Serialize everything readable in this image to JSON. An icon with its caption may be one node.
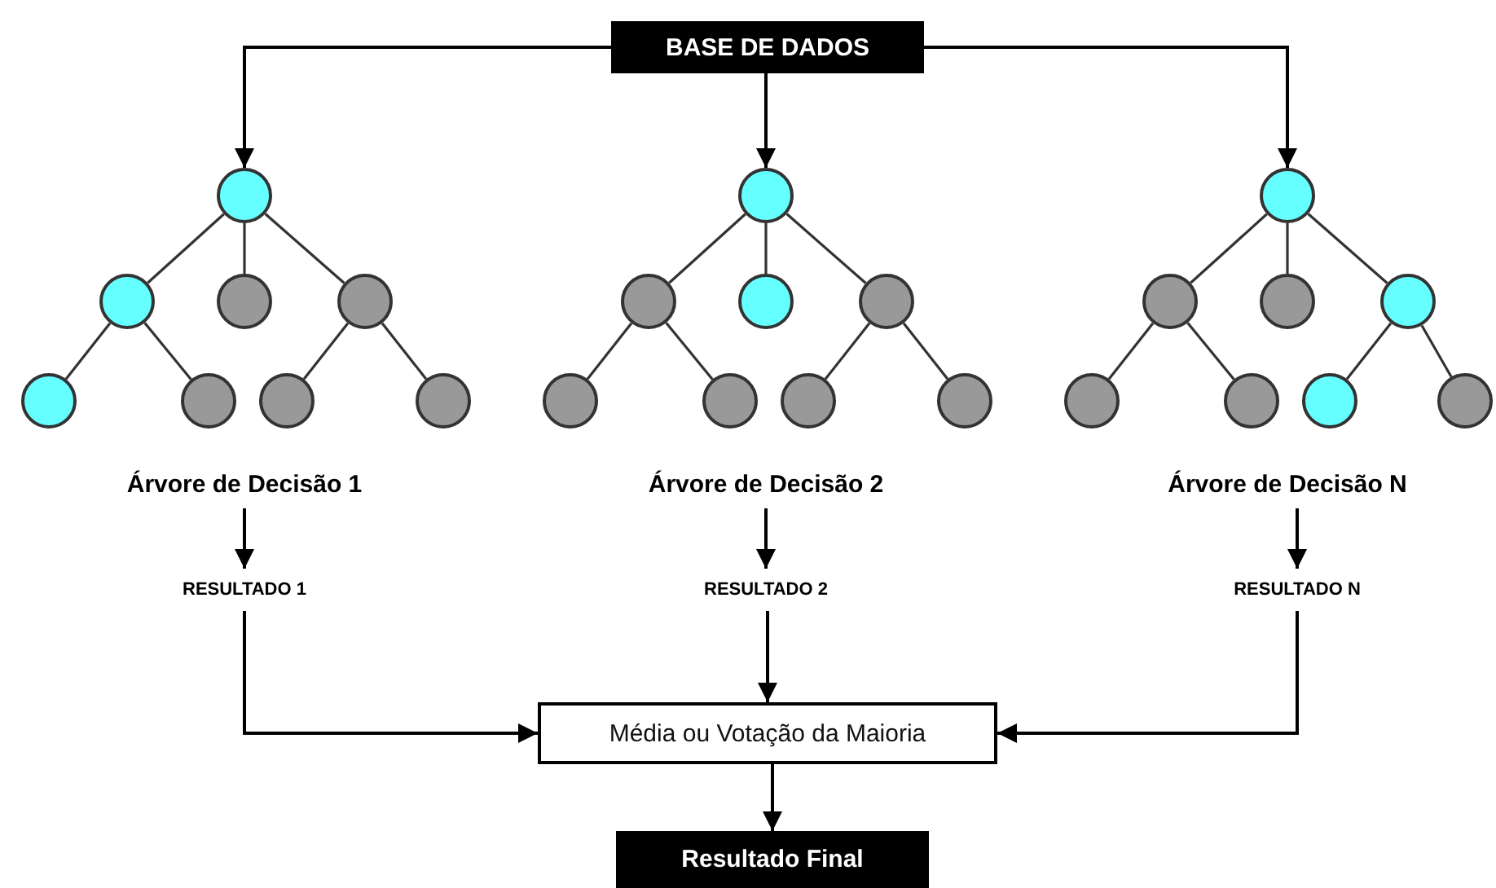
{
  "diagram": {
    "nodes": [
      {
        "text": [
          "BASE DE DADOS"
        ]
      },
      {
        "text": [],
        "shape": "circle"
      },
      {
        "text": [],
        "shape": "circle"
      },
      {
        "text": [],
        "shape": "circle"
      },
      {
        "text": [],
        "shape": "circle"
      },
      {
        "text": [],
        "shape": "circle"
      },
      {
        "text": [],
        "shape": "circle"
      },
      {
        "text": [],
        "shape": "circle"
      },
      {
        "text": [],
        "shape": "circle"
      },
      {
        "text": [
          "Árvore de Decisão 1"
        ]
      },
      {
        "text": [],
        "shape": "circle"
      },
      {
        "text": [],
        "shape": "circle"
      },
      {
        "text": [],
        "shape": "circle"
      },
      {
        "text": [],
        "shape": "circle"
      },
      {
        "text": [],
        "shape": "circle"
      },
      {
        "text": [],
        "shape": "circle"
      },
      {
        "text": [],
        "shape": "circle"
      },
      {
        "text": [],
        "shape": "circle"
      },
      {
        "text": [
          "Árvore de Decisão 2"
        ]
      },
      {
        "text": [],
        "shape": "circle"
      },
      {
        "text": [],
        "shape": "circle"
      },
      {
        "text": [],
        "shape": "circle"
      },
      {
        "text": [],
        "shape": "circle"
      },
      {
        "text": [],
        "shape": "circle"
      },
      {
        "text": [],
        "shape": "circle"
      },
      {
        "text": [],
        "shape": "circle"
      },
      {
        "text": [],
        "shape": "circle"
      },
      {
        "text": [
          "Árvore de Decisão N"
        ]
      },
      {
        "text": [
          "RESULTADO 1"
        ]
      },
      {
        "text": [
          "RESULTADO 2"
        ]
      },
      {
        "text": [
          "RESULTADO N"
        ]
      },
      {
        "text": [
          "Média ou Votação da Maioria"
        ]
      },
      {
        "text": [
          "Resultado Final"
        ]
      }
    ],
    "edges": [
      {
        "from": 0,
        "to": 1,
        "arrow": "to"
      },
      {
        "from": 0,
        "to": 10,
        "arrow": "to"
      },
      {
        "from": 0,
        "to": 19,
        "arrow": "to"
      },
      {
        "from": 1,
        "to": 2,
        "arrow": "none"
      },
      {
        "from": 1,
        "to": 3,
        "arrow": "none"
      },
      {
        "from": 1,
        "to": 4,
        "arrow": "none"
      },
      {
        "from": 2,
        "to": 5,
        "arrow": "none"
      },
      {
        "from": 2,
        "to": 6,
        "arrow": "none"
      },
      {
        "from": 4,
        "to": 7,
        "arrow": "none"
      },
      {
        "from": 4,
        "to": 8,
        "arrow": "none"
      },
      {
        "from": 10,
        "to": 11,
        "arrow": "none"
      },
      {
        "from": 10,
        "to": 12,
        "arrow": "none"
      },
      {
        "from": 10,
        "to": 13,
        "arrow": "none"
      },
      {
        "from": 11,
        "to": 14,
        "arrow": "none"
      },
      {
        "from": 11,
        "to": 15,
        "arrow": "none"
      },
      {
        "from": 13,
        "to": 16,
        "arrow": "none"
      },
      {
        "from": 13,
        "to": 17,
        "arrow": "none"
      },
      {
        "from": 19,
        "to": 20,
        "arrow": "none"
      },
      {
        "from": 19,
        "to": 21,
        "arrow": "none"
      },
      {
        "from": 19,
        "to": 22,
        "arrow": "none"
      },
      {
        "from": 20,
        "to": 23,
        "arrow": "none"
      },
      {
        "from": 20,
        "to": 24,
        "arrow": "none"
      },
      {
        "from": 22,
        "to": 25,
        "arrow": "none"
      },
      {
        "from": 22,
        "to": 26,
        "arrow": "none"
      },
      {
        "from": 9,
        "to": 28,
        "arrow": "to"
      },
      {
        "from": 18,
        "to": 29,
        "arrow": "to"
      },
      {
        "from": 27,
        "to": 30,
        "arrow": "to"
      },
      {
        "from": 28,
        "to": 31,
        "arrow": "to"
      },
      {
        "from": 29,
        "to": 31,
        "arrow": "to"
      },
      {
        "from": 30,
        "to": 31,
        "arrow": "to"
      },
      {
        "from": 31,
        "to": 32,
        "arrow": "to"
      }
    ]
  }
}
